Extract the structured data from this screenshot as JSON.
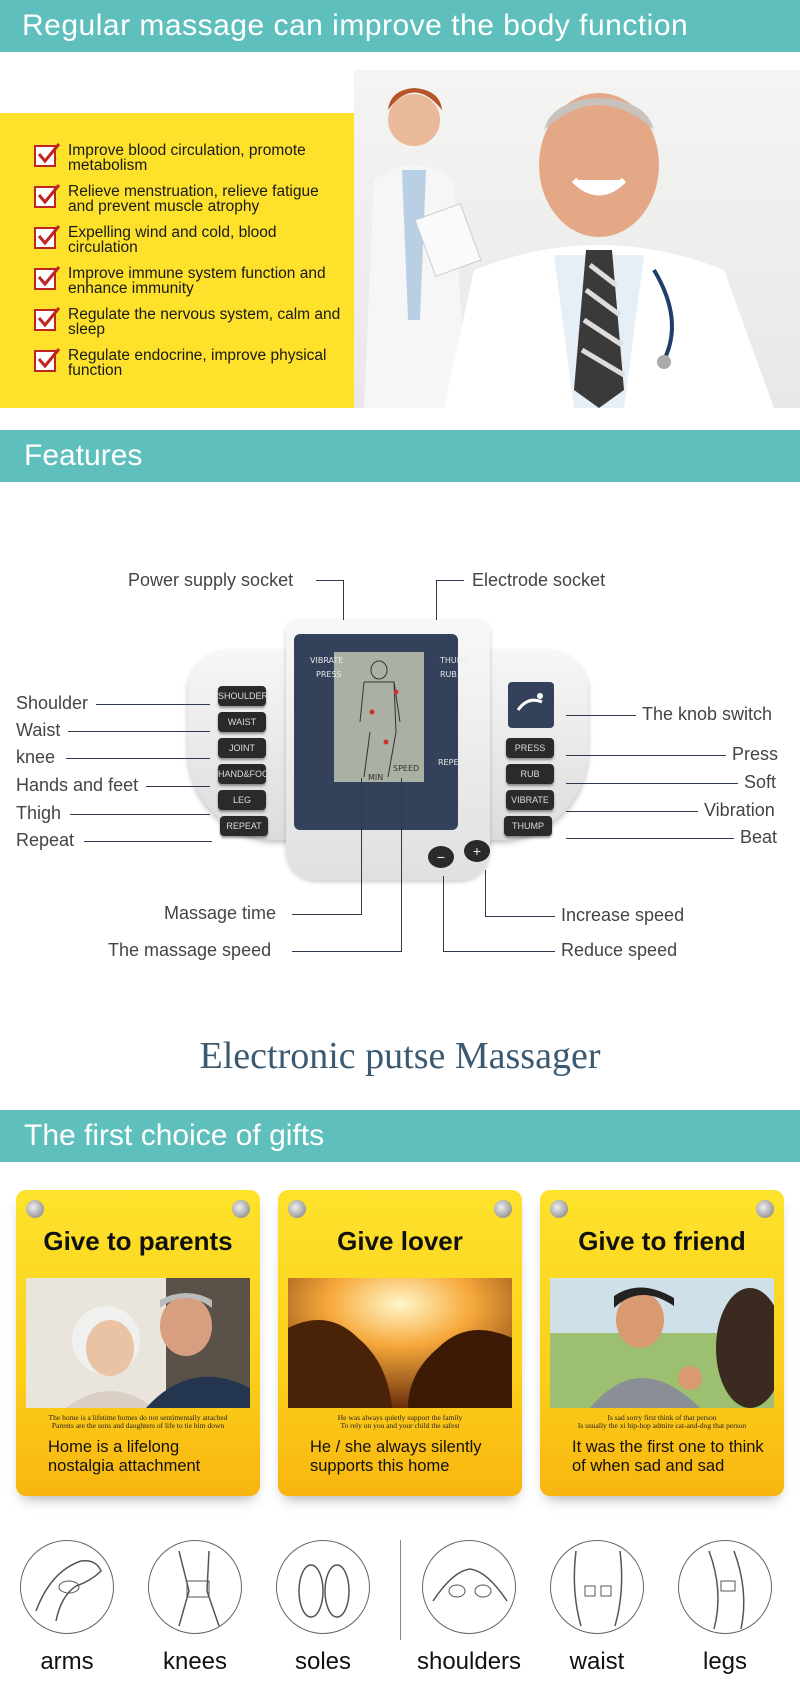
{
  "header": {
    "banner": "Regular massage can improve the body function"
  },
  "benefits": [
    "Improve blood circulation, promote metabolism",
    "Relieve menstruation, relieve fatigue and prevent muscle atrophy",
    "Expelling wind and cold, blood circulation",
    "Improve immune system function and enhance immunity",
    "Regulate the nervous system, calm and sleep",
    "Regulate endocrine, improve physical function"
  ],
  "features": {
    "banner": "Features",
    "labels": {
      "power": "Power supply socket",
      "electrode": "Electrode socket",
      "shoulder": "Shoulder",
      "waist": "Waist",
      "knee": "knee",
      "hands": "Hands and feet",
      "thigh": "Thigh",
      "repeat": "Repeat",
      "knob": "The knob switch",
      "press": "Press",
      "soft": "Soft",
      "vibration": "Vibration",
      "beat": "Beat",
      "time": "Massage time",
      "speed": "The massage speed",
      "increase": "Increase speed",
      "reduce": "Reduce speed"
    },
    "device": {
      "left_buttons": [
        "SHOULDER",
        "WAIST",
        "JOINT",
        "HAND&FOOT",
        "LEG",
        "REPEAT"
      ],
      "right_buttons": [
        "PRESS",
        "RUB",
        "VIBRATE",
        "THUMP"
      ],
      "screen_vibrate": "VIBRATE",
      "screen_press": "PRESS",
      "screen_thump": "THUMP",
      "screen_rub": "RUB",
      "screen_repeat": "REPEAT",
      "screen_min": "MIN",
      "screen_speed": "SPEED",
      "minus": "−",
      "plus": "+"
    }
  },
  "product_title": "Electronic putse Massager",
  "gifts": {
    "banner": "The first choice of gifts",
    "cards": [
      {
        "title": "Give to parents",
        "small1": "The home is a lifetime homes do not sentimentally attached",
        "small2": "Parents are the sons and daughters of life to tie him down",
        "text": "Home is a lifelong nostalgia attachment"
      },
      {
        "title": "Give lover",
        "small1": "He was always quietly support the family",
        "small2": "To rely on you and your child the safest",
        "text": "He / she always silently supports this home"
      },
      {
        "title": "Give to friend",
        "small1": "Is sad sorry first think of that person",
        "small2": "Is usually the xi hip-hop admire cat-and-dog that person",
        "text": "It was the first one to think of when sad and sad"
      }
    ]
  },
  "body_parts": [
    "arms",
    "knees",
    "soles",
    "shoulders",
    "waist",
    "legs"
  ]
}
